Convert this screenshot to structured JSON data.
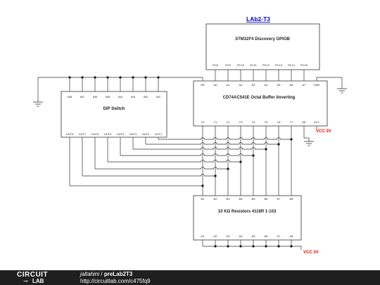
{
  "title": "LAb2-T3",
  "stm32": {
    "label": "STM32F4 Discovery GPIOB",
    "pins": [
      "PC8",
      "PC9",
      "PC10",
      "PC11",
      "PC12",
      "PC13",
      "PC14",
      "PC15"
    ]
  },
  "buffer": {
    "label": "CD74AC541E Octal Buffer Iinverting",
    "a_pins": [
      "A0",
      "A1",
      "A2",
      "A3",
      "A4",
      "A5",
      "A6",
      "A7"
    ],
    "y_pins": [
      "Y0",
      "Y1",
      "Y2",
      "Y3",
      "Y4",
      "Y5",
      "Y6",
      "Y7"
    ],
    "oe1": "OE",
    "gnd": "GND",
    "oe2": "OE",
    "vcc": "VCC"
  },
  "dip": {
    "label": "DIP Switch",
    "in_pins": [
      "IN8",
      "IN7",
      "IN6",
      "IN5",
      "IN4",
      "IN3",
      "IN2",
      "IN1"
    ],
    "out_pins": [
      "OUT8",
      "OUT7",
      "OUT6",
      "OUT5",
      "OUT4",
      "OUT3",
      "OUT2",
      "OUT1"
    ]
  },
  "resistors": {
    "label": "10 KΩ Resistors 4116R 1-103",
    "b_pins": [
      "B1",
      "B2",
      "B3",
      "B4",
      "B5",
      "B6",
      "B7",
      "B8"
    ],
    "a_pins": [
      "A1",
      "A2",
      "A3",
      "A4",
      "A5",
      "A6",
      "A7",
      "A8"
    ]
  },
  "vcc1": "VCC 3V",
  "vcc2": "VCC 3V",
  "footer": {
    "logo_top": "CIRCUIT",
    "logo_bottom": "LAB",
    "author": "jaltahini",
    "separator": " / ",
    "project": "preLab2T3",
    "url": "http://circuitlab.com/c475fq9"
  },
  "colors": {
    "wire": "#333333",
    "vcc": "#ff0000",
    "title": "#0000cc",
    "footer_bg": "#1f1f1f"
  }
}
